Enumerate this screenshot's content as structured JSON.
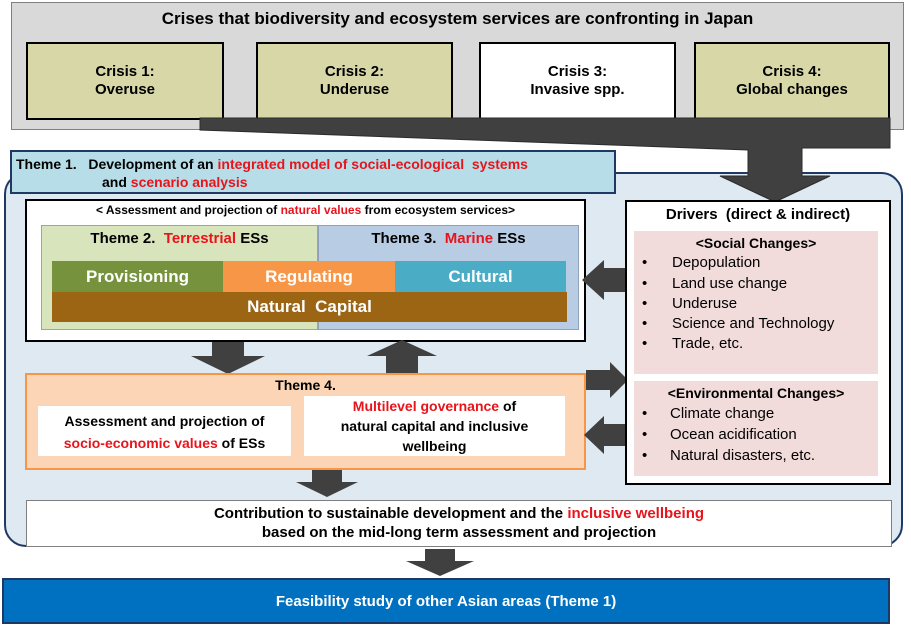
{
  "crises": {
    "title": "Crises that biodiversity and ecosystem services are confronting in Japan",
    "items": [
      {
        "line1": "Crisis 1:",
        "line2": "Overuse"
      },
      {
        "line1": "Crisis 2:",
        "line2": "Underuse"
      },
      {
        "line1": "Crisis 3:",
        "line2": "Invasive spp."
      },
      {
        "line1": "Crisis 4:",
        "line2": "Global changes"
      }
    ]
  },
  "theme1": {
    "prefix": "Theme 1.   Development of an ",
    "highlight1": "integrated model of social-ecological  systems",
    "line2_prefix": "and ",
    "highlight2": "scenario analysis"
  },
  "assessment": {
    "title_prefix": "< Assessment and projection of ",
    "title_highlight": "natural values",
    "title_suffix": " from ecosystem services>",
    "theme2_prefix": "Theme 2.  ",
    "theme2_highlight": "Terrestrial",
    "theme2_suffix": " ESs",
    "theme3_prefix": "Theme 3.  ",
    "theme3_highlight": "Marine",
    "theme3_suffix": " ESs",
    "services": [
      "Provisioning",
      "Regulating",
      "Cultural"
    ],
    "natural_capital": "Natural  Capital"
  },
  "theme4": {
    "title": "Theme 4.",
    "socio_line1": "Assessment and projection of",
    "socio_highlight": "socio-economic values",
    "socio_suffix": " of ESs",
    "gov_highlight": "Multilevel governance",
    "gov_suffix": " of",
    "gov_line2": "natural capital and inclusive",
    "gov_line3": "wellbeing"
  },
  "drivers": {
    "title": "Drivers  (direct & indirect)",
    "social_title": "<Social Changes>",
    "social_items": [
      "Depopulation",
      "Land use change",
      "Underuse",
      "Science and Technology",
      "Trade, etc."
    ],
    "env_title": "<Environmental Changes>",
    "env_items": [
      "Climate change",
      "Ocean acidification",
      "Natural disasters, etc."
    ]
  },
  "contribution": {
    "prefix": "Contribution to sustainable development and the ",
    "highlight": "inclusive wellbeing",
    "line2": "based on the mid-long term assessment and projection"
  },
  "feasibility": "Feasibility study of other Asian areas (Theme 1)",
  "colors": {
    "highlight_red": "#e8141b",
    "provisioning": "#76923c",
    "regulating": "#f79646",
    "cultural": "#4bacc6",
    "natural_capital": "#9c6514",
    "feasibility_bar": "#0070c0",
    "arrow": "#404040"
  }
}
